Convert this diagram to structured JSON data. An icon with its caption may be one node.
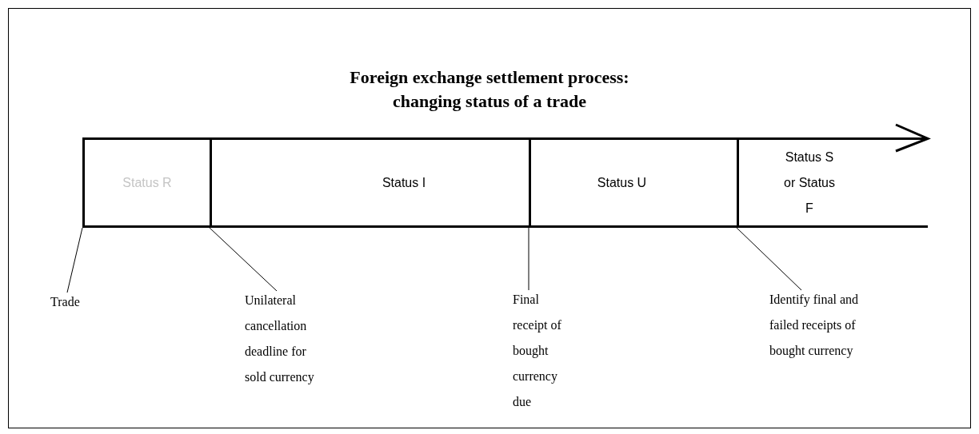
{
  "diagram": {
    "title": "Foreign exchange settlement process: changing status of a trade",
    "nodes": [
      {
        "text": [
          "Status R"
        ]
      },
      {
        "text": [
          "Status I"
        ]
      },
      {
        "text": [
          "Status U"
        ]
      },
      {
        "text": [
          "Status S or Status F"
        ]
      },
      {
        "text": [
          "Trade"
        ]
      },
      {
        "text": [
          "Unilateral cancellation deadline for sold currency"
        ]
      },
      {
        "text": [
          "Final receipt of bought currency due"
        ]
      },
      {
        "text": [
          "Identify final and failed receipts of bought currency"
        ]
      }
    ],
    "edges": [
      {
        "from": 4,
        "to": 0,
        "arrow": "none"
      },
      {
        "from": 5,
        "to": 1,
        "arrow": "none"
      },
      {
        "from": 6,
        "to": 2,
        "arrow": "none"
      },
      {
        "from": 7,
        "to": 3,
        "arrow": "none"
      }
    ]
  }
}
